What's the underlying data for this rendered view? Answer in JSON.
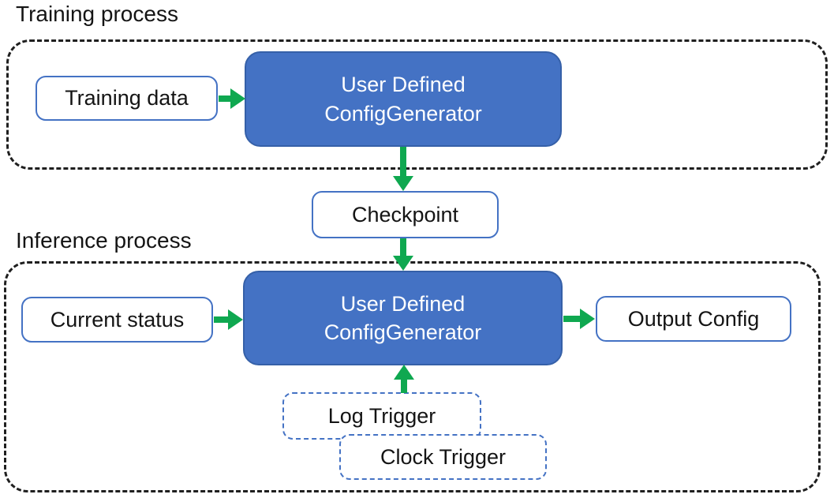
{
  "colors": {
    "blue_fill": "#4472C4",
    "blue_border": "#3560A8",
    "outline_blue": "#4472C4",
    "arrow_green": "#0FA850",
    "container_dash": "#1F1F1F",
    "text_dark": "#141414",
    "text_light": "#FFFFFF",
    "box_bg": "#FFFFFF"
  },
  "training": {
    "label": "Training process",
    "training_data_label": "Training data",
    "generator_line1": "User Defined",
    "generator_line2": "ConfigGenerator"
  },
  "checkpoint": {
    "label": "Checkpoint"
  },
  "inference": {
    "label": "Inference process",
    "current_status_label": "Current status",
    "generator_line1": "User Defined",
    "generator_line2": "ConfigGenerator",
    "output_config_label": "Output Config",
    "log_trigger_label": "Log Trigger",
    "clock_trigger_label": "Clock Trigger"
  }
}
